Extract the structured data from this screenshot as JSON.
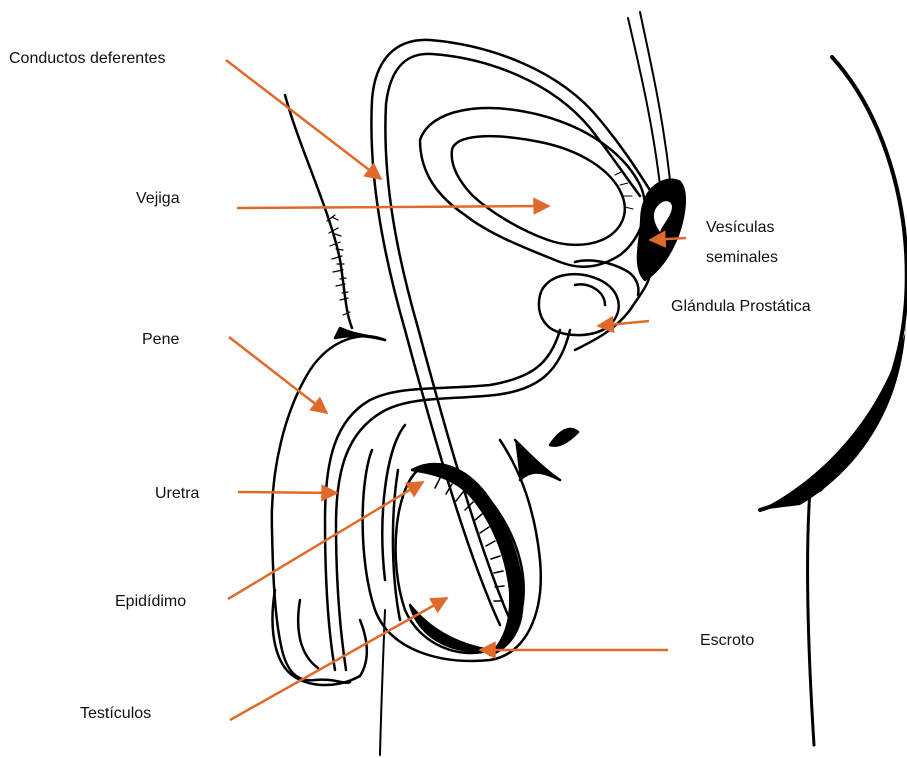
{
  "labels": {
    "conductos": "Conductos deferentes",
    "vejiga": "Vejiga",
    "vesiculas": "Vesículas\nseminales",
    "glandula": "Glándula Prostática",
    "pene": "Pene",
    "uretra": "Uretra",
    "epididimo": "Epidídimo",
    "escroto": "Escroto",
    "testiculos": "Testículos"
  },
  "colors": {
    "arrow": "#e06a2c",
    "line": "#000000"
  }
}
